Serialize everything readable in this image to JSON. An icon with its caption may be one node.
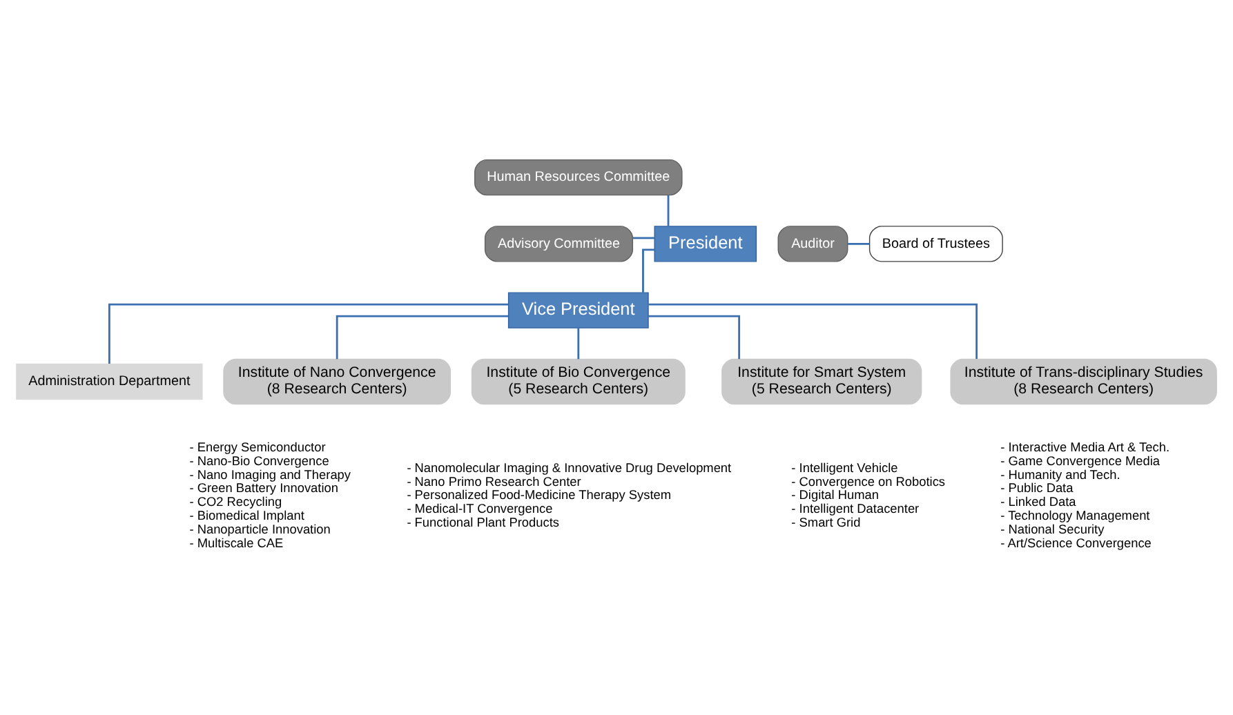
{
  "diagram": {
    "nodes": [
      {
        "text": [
          "President"
        ]
      },
      {
        "text": [
          "Advisory Committee"
        ]
      },
      {
        "text": [
          "Human Resources Committee"
        ]
      },
      {
        "text": [
          "Auditor"
        ]
      },
      {
        "text": [
          "Board of Trustees"
        ]
      },
      {
        "text": [
          "Vice President"
        ]
      },
      {
        "text": [
          "Administration Department"
        ]
      },
      {
        "text": [
          "Institute of Nano Convergence",
          "(8 Research Centers)"
        ],
        "beside": [
          "- Energy Semiconductor",
          "- Nano-Bio Convergence",
          "- Nano Imaging and Therapy",
          "- Green Battery Innovation",
          "- CO2 Recycling",
          "- Biomedical Implant",
          "- Nanoparticle Innovation",
          "- Multiscale CAE"
        ]
      },
      {
        "text": [
          "Institute of Bio Convergence",
          "(5 Research Centers)"
        ],
        "beside": [
          "- Nanomolecular Imaging & Innovative Drug Development",
          "- Nano Primo Research Center",
          "- Personalized Food-Medicine Therapy System",
          "- Medical-IT Convergence",
          "- Functional Plant Products"
        ]
      },
      {
        "text": [
          "Institute for Smart System",
          "(5 Research Centers)"
        ],
        "beside": [
          "- Intelligent Vehicle",
          "- Convergence on Robotics",
          "- Digital Human",
          "- Intelligent Datacenter",
          "- Smart Grid"
        ]
      },
      {
        "text": [
          "Institute of Trans-disciplinary Studies",
          "(8 Research Centers)"
        ],
        "beside": [
          "- Interactive Media Art & Tech.",
          "- Game Convergence Media",
          "- Humanity and Tech.",
          "- Public Data",
          "- Linked Data",
          "- Technology Management",
          "- National Security",
          "- Art/Science Convergence"
        ]
      }
    ],
    "edges": [
      {
        "from": 1,
        "to": 0,
        "arrow": "none"
      },
      {
        "from": 2,
        "to": 0,
        "arrow": "none"
      },
      {
        "from": 3,
        "to": 4,
        "arrow": "none"
      },
      {
        "from": 0,
        "to": 5,
        "arrow": "none"
      },
      {
        "from": 5,
        "to": 6,
        "arrow": "none"
      },
      {
        "from": 5,
        "to": 7,
        "arrow": "none"
      },
      {
        "from": 5,
        "to": 8,
        "arrow": "none"
      },
      {
        "from": 5,
        "to": 9,
        "arrow": "none"
      },
      {
        "from": 5,
        "to": 10,
        "arrow": "none"
      }
    ]
  }
}
